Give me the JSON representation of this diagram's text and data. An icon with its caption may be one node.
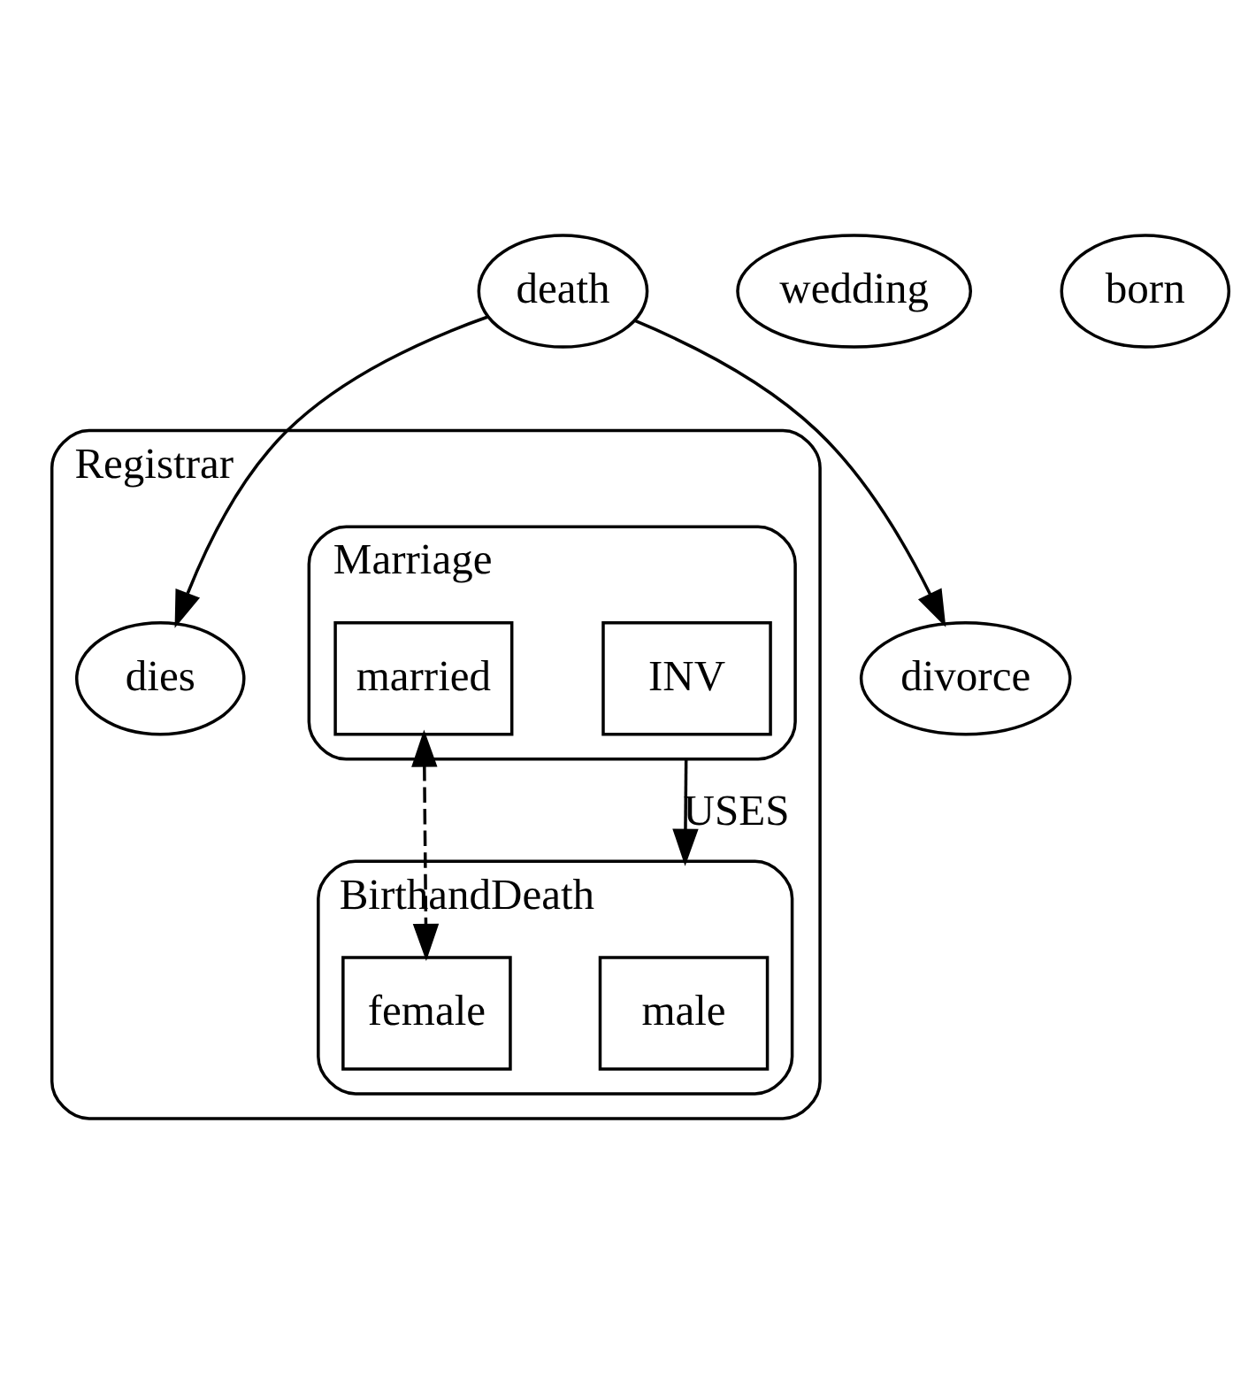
{
  "diagram": {
    "nodes": [
      {
        "text": [
          "Registrar"
        ]
      },
      {
        "text": [
          "Marriage"
        ],
        "in": 0
      },
      {
        "text": [
          "married"
        ],
        "in": 1
      },
      {
        "text": [
          "INV"
        ],
        "in": 1
      },
      {
        "text": [
          "wedding"
        ]
      },
      {
        "text": [
          "divorce"
        ]
      },
      {
        "text": [
          "BirthandDeath"
        ],
        "in": 0
      },
      {
        "text": [
          "female"
        ],
        "in": 6
      },
      {
        "text": [
          "male"
        ],
        "in": 6
      },
      {
        "text": [
          "dies"
        ],
        "in": 0
      },
      {
        "text": [
          "death"
        ]
      },
      {
        "text": [
          "born"
        ]
      }
    ],
    "edges": [
      {
        "from": 1,
        "to": 6,
        "arrow": "to",
        "label": "USES"
      },
      {
        "from": 2,
        "to": 7,
        "arrow": "both",
        "style": "dashed"
      },
      {
        "from": 10,
        "to": 5,
        "arrow": "to"
      },
      {
        "from": 10,
        "to": 9,
        "arrow": "to"
      }
    ]
  }
}
